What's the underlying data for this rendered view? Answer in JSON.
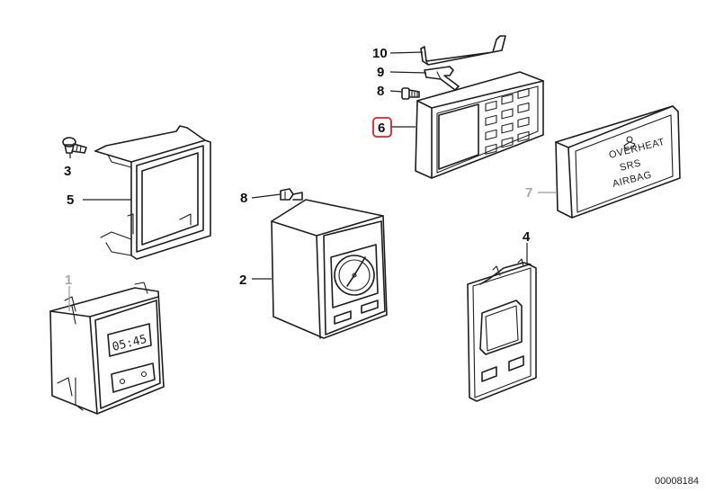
{
  "diagram": {
    "reference_number": "00008184",
    "highlight_color": "#d9232e",
    "callouts": [
      {
        "id": "10",
        "label": "10",
        "grey": false,
        "highlighted": false
      },
      {
        "id": "9",
        "label": "9",
        "grey": false,
        "highlighted": false
      },
      {
        "id": "8a",
        "label": "8",
        "grey": false,
        "highlighted": false
      },
      {
        "id": "6",
        "label": "6",
        "grey": false,
        "highlighted": true
      },
      {
        "id": "3",
        "label": "3",
        "grey": false,
        "highlighted": false
      },
      {
        "id": "5",
        "label": "5",
        "grey": false,
        "highlighted": false
      },
      {
        "id": "8b",
        "label": "8",
        "grey": false,
        "highlighted": false
      },
      {
        "id": "7",
        "label": "7",
        "grey": true,
        "highlighted": false
      },
      {
        "id": "4",
        "label": "4",
        "grey": false,
        "highlighted": false
      },
      {
        "id": "2",
        "label": "2",
        "grey": false,
        "highlighted": false
      },
      {
        "id": "1",
        "label": "1",
        "grey": true,
        "highlighted": false
      }
    ],
    "warning_panel": {
      "line1": "OVERHEAT",
      "line2": "SRS",
      "line3": "AIRBAG"
    },
    "digital_clock": {
      "display": "05:45"
    }
  }
}
